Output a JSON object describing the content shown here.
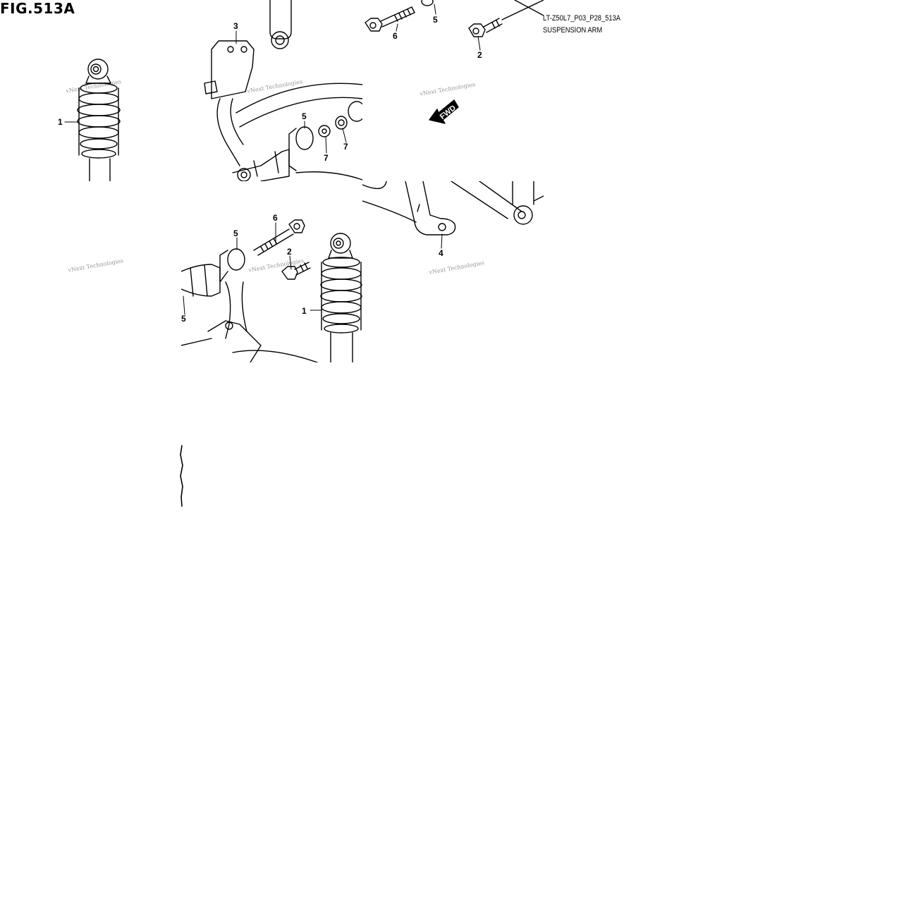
{
  "figure": {
    "title": "FIG.513A",
    "code": "LT-Z50L7_P03_P28_513A",
    "name": "SUSPENSION ARM"
  },
  "watermark": "vNext Technologies",
  "direction_label": "FWD",
  "callouts": [
    {
      "id": "c1a",
      "text": "1"
    },
    {
      "id": "c3",
      "text": "3"
    },
    {
      "id": "c5a",
      "text": "5"
    },
    {
      "id": "c7a",
      "text": "7"
    },
    {
      "id": "c7b",
      "text": "7"
    },
    {
      "id": "c6a",
      "text": "6"
    },
    {
      "id": "c5b",
      "text": "5"
    },
    {
      "id": "c2a",
      "text": "2"
    },
    {
      "id": "c4",
      "text": "4"
    },
    {
      "id": "c6b",
      "text": "6"
    },
    {
      "id": "c5c",
      "text": "5"
    },
    {
      "id": "c2b",
      "text": "2"
    },
    {
      "id": "c1b",
      "text": "1"
    },
    {
      "id": "c5d",
      "text": "5"
    }
  ],
  "colors": {
    "line": "#000000",
    "watermark": "#999999"
  }
}
